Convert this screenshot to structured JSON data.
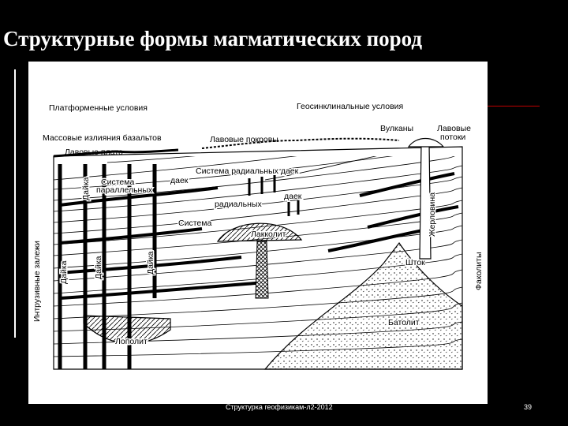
{
  "title": "Структурные формы магматических пород",
  "footer": "Структурка геофизикам-л2-2012",
  "page_number": "39",
  "diagram": {
    "labels": {
      "platform": "Платформенные условия",
      "geosyncline": "Геосинклинальные условия",
      "basalt_outpourings": "Массовые излияния базальтов",
      "lava_plateau": "Лавовые плато",
      "lava_covers": "Лавовые покровы",
      "volcanoes": "Вулканы",
      "lava_flows_1": "Лавовые",
      "lava_flows_2": "потоки",
      "radial_dikes_system": "Система радиальных даек",
      "system_1": "Система",
      "parallel": "параллельных",
      "dikes_1": "даек",
      "dikes_2": "даек",
      "radial": "радиальных",
      "system_2": "Система",
      "laccolith": "Лакколит",
      "vent": "Жерловина",
      "stock": "Шток",
      "phacoliths": "Факолиты",
      "intrusive_sills": "Интрузивные залежи",
      "dike_a": "Дайка",
      "dike_b": "Дайка",
      "dike_c": "Дайка",
      "dike_d": "Дайка",
      "batholith": "Батолит",
      "lopolith": "Лополит"
    }
  }
}
